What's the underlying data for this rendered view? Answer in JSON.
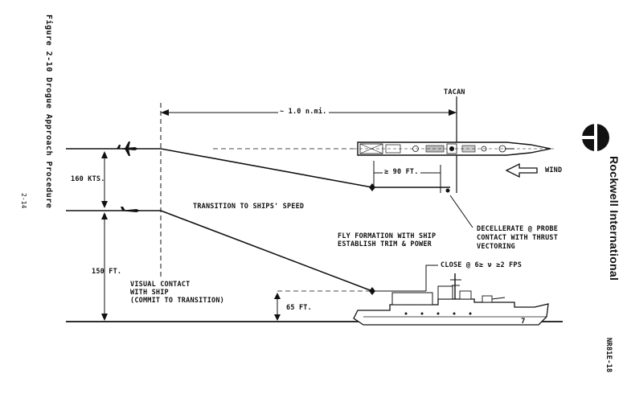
{
  "figure": {
    "caption": "Figure 2-10  Drogue Approach Procedure",
    "page_number": "2-14",
    "doc_id": "NR81E-18",
    "brand": "Rockwell International"
  },
  "labels": {
    "tacan": "TACAN",
    "distance": "~ 1.0 n.mi.",
    "speed": "160 KTS.",
    "gap": "≥ 90 FT.",
    "wind": "WIND",
    "transition": "TRANSITION TO SHIPS' SPEED",
    "formation_line1": "FLY FORMATION WITH SHIP",
    "formation_line2": "ESTABLISH TRIM & POWER",
    "decel_line1": "DECELLERATE @ PROBE",
    "decel_line2": "CONTACT WITH THRUST",
    "decel_line3": "VECTORING",
    "close": "CLOSE @ 6≥ ν ≥2 FPS",
    "altitude_150": "150 FT.",
    "altitude_65": "65 FT.",
    "visual_line1": "VISUAL CONTACT",
    "visual_line2": "WITH SHIP",
    "visual_line3": "(COMMIT TO TRANSITION)"
  }
}
